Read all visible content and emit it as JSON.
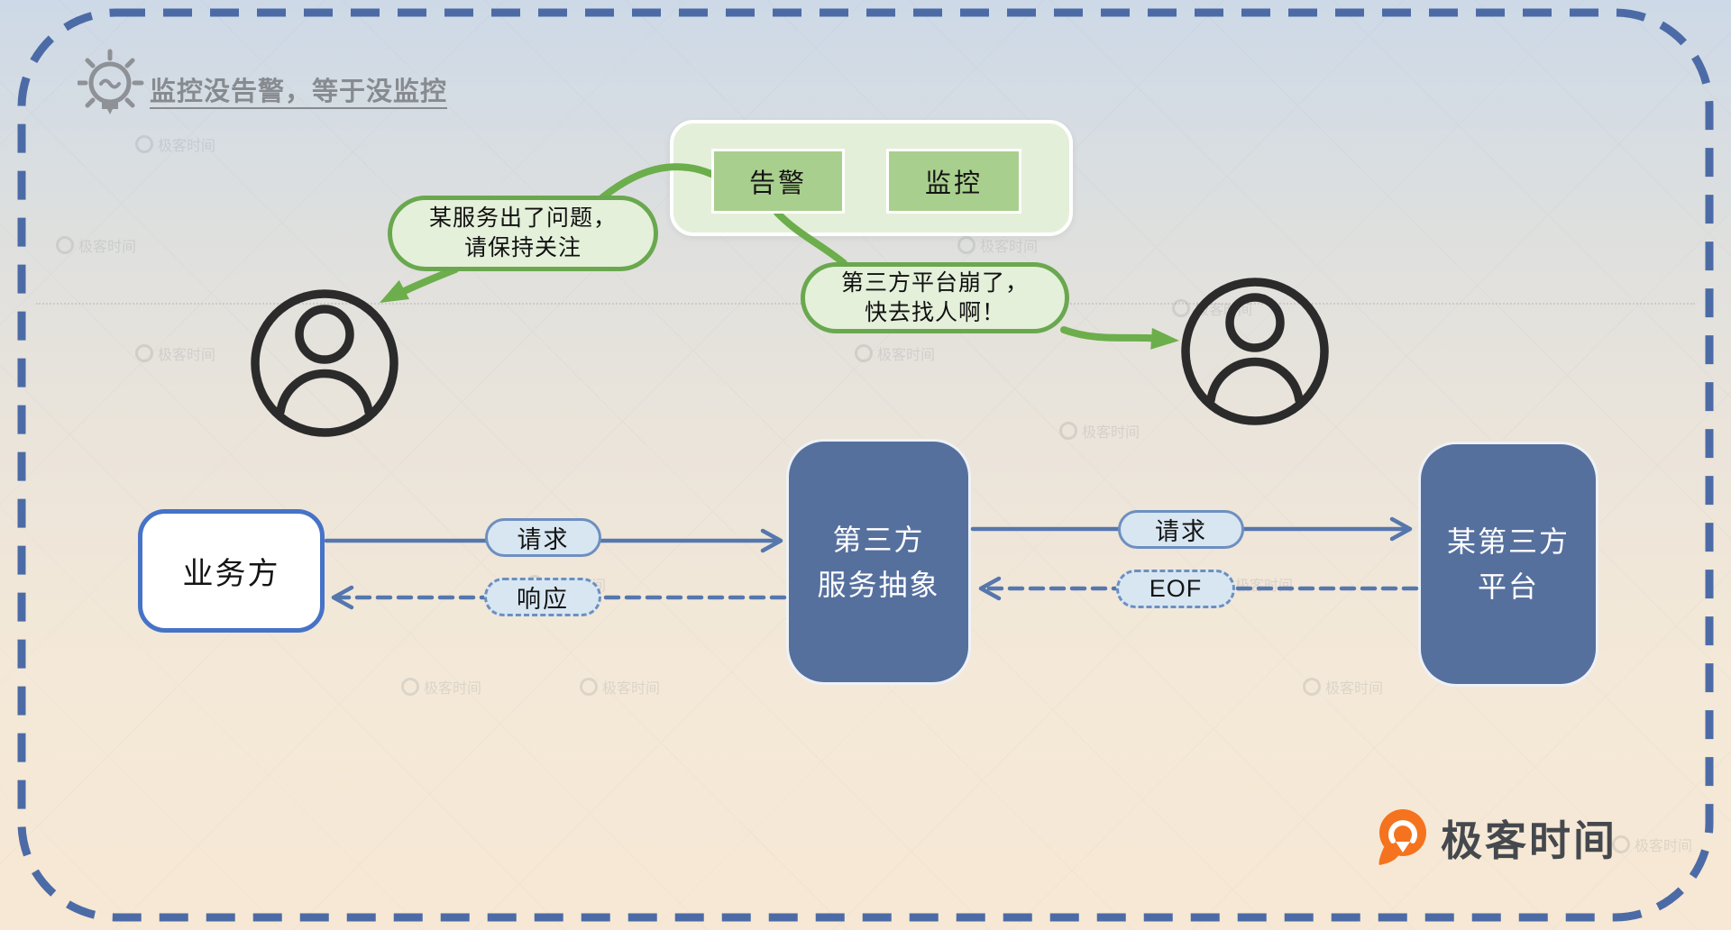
{
  "header": {
    "title": "监控没告警，等于没监控"
  },
  "panel": {
    "alert": "告警",
    "monitor": "监控"
  },
  "bubble_left": {
    "line1": "某服务出了问题，",
    "line2": "请保持关注"
  },
  "bubble_right": {
    "line1": "第三方平台崩了，",
    "line2": "快去找人啊！"
  },
  "flow": {
    "business_label": "业务方",
    "abstraction": {
      "line1": "第三方",
      "line2": "服务抽象"
    },
    "platform": {
      "line1": "某第三方",
      "line2": "平台"
    },
    "request_label": "请求",
    "response_label": "响应",
    "eof_label": "EOF"
  },
  "logo": {
    "brand": "极客时间"
  },
  "watermark": {
    "text": "极客时间"
  },
  "colors": {
    "green_accent": "#6cae4b",
    "green_button": "#a9cf8e",
    "green_panel": "#e4efda",
    "navy_box": "#56709e",
    "business_border": "#4673c8",
    "line_blue": "#5577ad",
    "pill_fill": "#d8e6f2",
    "canvas_dash_border": "#4c6ba6"
  }
}
